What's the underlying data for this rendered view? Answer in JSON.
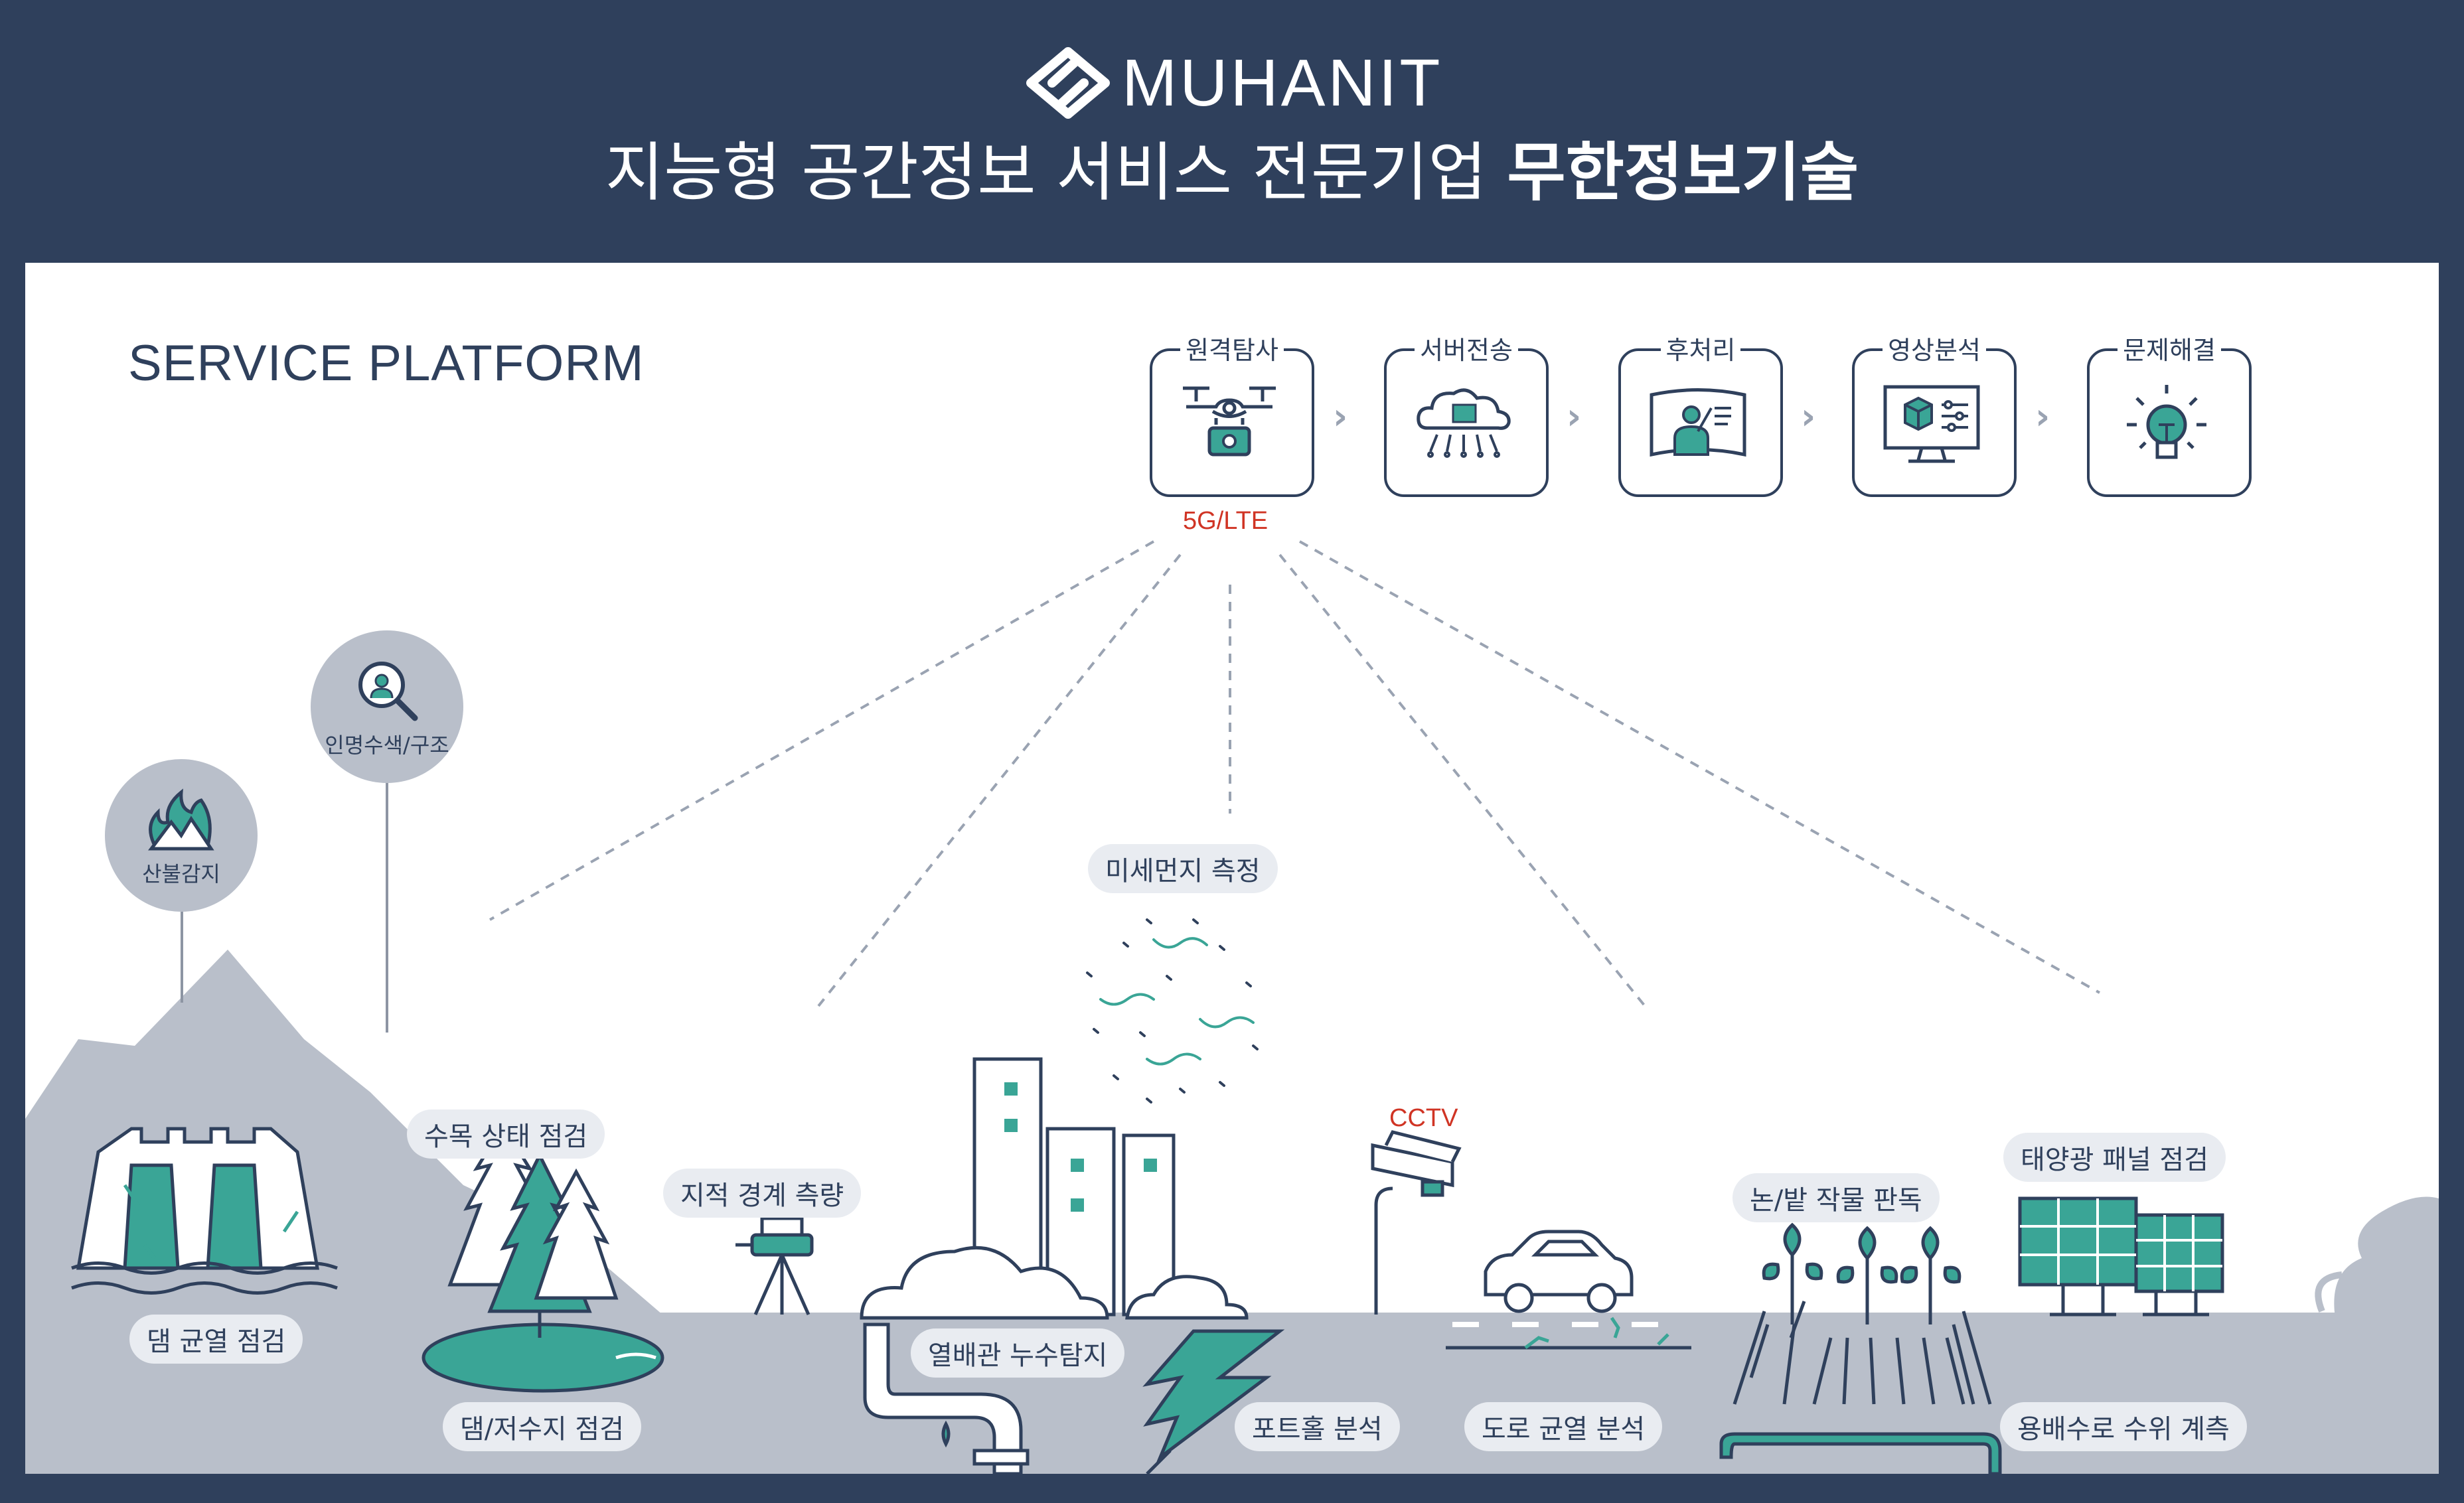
{
  "header": {
    "brand": "MUHANIT",
    "headline_regular": "지능형 공간정보 서비스 전문기업 ",
    "headline_bold": "무한정보기술"
  },
  "panel": {
    "title": "SERVICE PLATFORM"
  },
  "process_steps": [
    {
      "label": "원격탐사",
      "icon": "drone-icon"
    },
    {
      "label": "서버전송",
      "icon": "cloud-server-icon"
    },
    {
      "label": "후처리",
      "icon": "operator-screen-icon"
    },
    {
      "label": "영상분석",
      "icon": "monitor-analysis-icon"
    },
    {
      "label": "문제해결",
      "icon": "lightbulb-icon"
    }
  ],
  "network_label": "5G/LTE",
  "cctv_label": "CCTV",
  "circle_badges": [
    {
      "label": "산불감지",
      "icon": "wildfire-icon"
    },
    {
      "label": "인명수색/구조",
      "icon": "person-search-icon"
    }
  ],
  "service_tags": {
    "dam_crack": "댐 균열 점검",
    "tree": "수목 상태 점검",
    "reservoir": "댐/저수지 점검",
    "cadastral": "지적 경계 측량",
    "fine_dust": "미세먼지 측정",
    "heat_pipe": "열배관 누수탐지",
    "pothole": "포트홀 분석",
    "road_crack": "도로 균열 분석",
    "crop": "논/밭 작물 판독",
    "solar": "태양광 패널 점검",
    "water_level": "용배수로 수위 계측"
  },
  "colors": {
    "navy": "#2f405c",
    "teal": "#3aa596",
    "gray": "#b9bfca",
    "light": "#e9ecf1",
    "red": "#d03424"
  }
}
